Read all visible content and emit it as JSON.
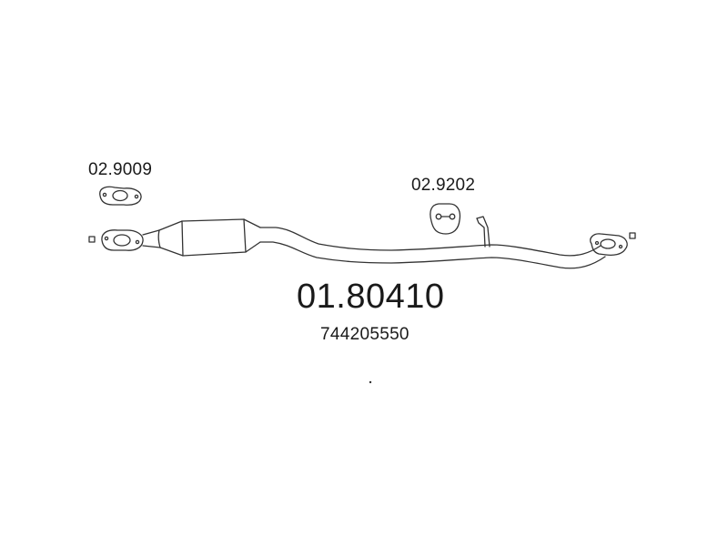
{
  "diagram": {
    "main_part_number": "01.80410",
    "oem_number": "744205550",
    "parts": [
      {
        "id": "gasket",
        "number": "02.9009"
      },
      {
        "id": "hanger",
        "number": "02.9202"
      }
    ]
  }
}
